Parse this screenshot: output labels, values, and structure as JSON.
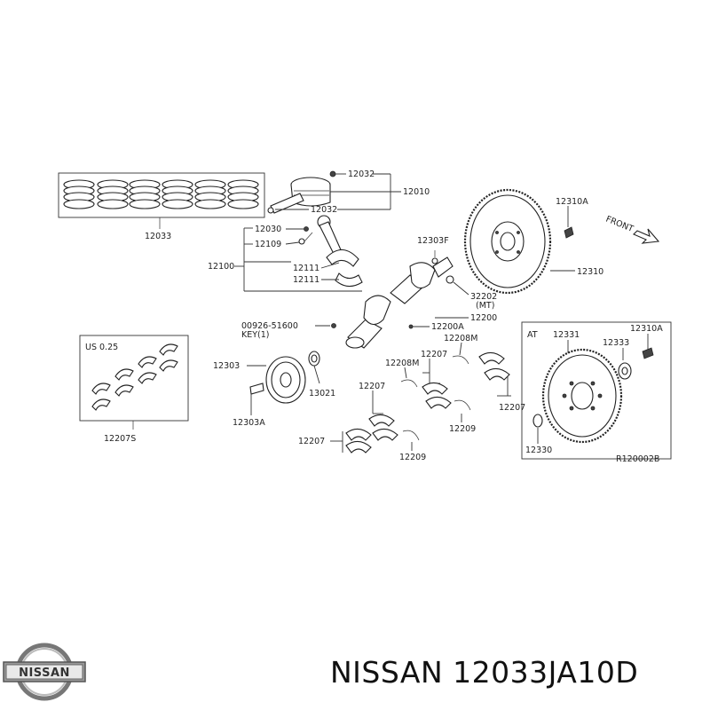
{
  "labels": {
    "p12032a": "12032",
    "p12010": "12010",
    "p12032b": "12032",
    "p12033": "12033",
    "p12030": "12030",
    "p12109": "12109",
    "p12100": "12100",
    "p12111a": "12111",
    "p12111b": "12111",
    "p12303f": "12303F",
    "p12310a_top": "12310A",
    "front": "FRONT",
    "p12310": "12310",
    "p32202": "32202",
    "mt": "(MT)",
    "p00926": "00926-51600",
    "key": "KEY(1)",
    "p12200": "12200",
    "p12200a": "12200A",
    "us025": "US 0.25",
    "p12303": "12303",
    "p13021": "13021",
    "p12303a": "12303A",
    "p12207s": "12207S",
    "p12208m_a": "12208M",
    "p12208m_b": "12208M",
    "p12207_a": "12207",
    "p12207_b": "12207",
    "p12207_c": "12207",
    "p12207_d": "12207",
    "p12209_a": "12209",
    "p12209_b": "12209",
    "at": "AT",
    "p12331": "12331",
    "p12333": "12333",
    "p12310a_at": "12310A",
    "p12330": "12330",
    "code": "R120002B"
  },
  "footer": {
    "brand": "NISSAN",
    "part_number": "NISSAN 12033JA10D"
  }
}
